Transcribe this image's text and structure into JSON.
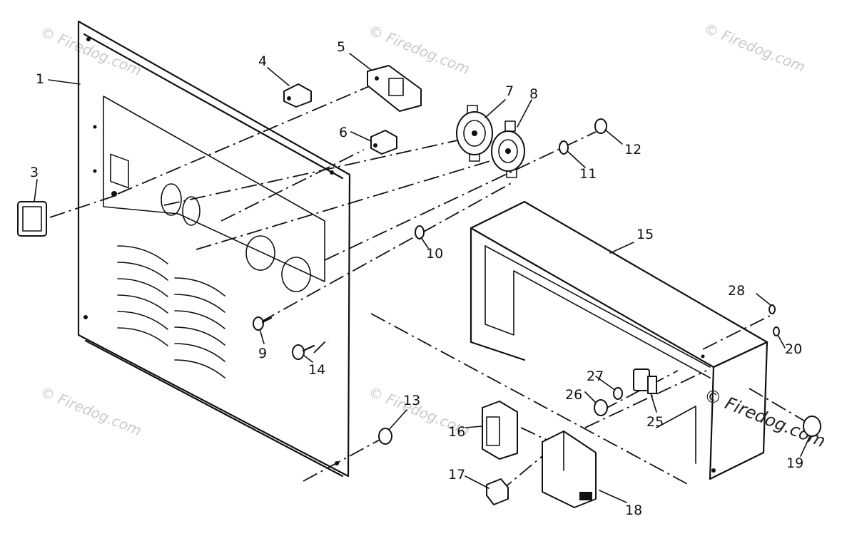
{
  "watermark": "© Firedog.com",
  "parts": [
    {
      "id": "1",
      "label": "1"
    },
    {
      "id": "3",
      "label": "3"
    },
    {
      "id": "4",
      "label": "4"
    },
    {
      "id": "5",
      "label": "5"
    },
    {
      "id": "6",
      "label": "6"
    },
    {
      "id": "7",
      "label": "7"
    },
    {
      "id": "8",
      "label": "8"
    },
    {
      "id": "9",
      "label": "9"
    },
    {
      "id": "10",
      "label": "10"
    },
    {
      "id": "11",
      "label": "11"
    },
    {
      "id": "12",
      "label": "12"
    },
    {
      "id": "13",
      "label": "13"
    },
    {
      "id": "14",
      "label": "14"
    },
    {
      "id": "15",
      "label": "15"
    },
    {
      "id": "16",
      "label": "16"
    },
    {
      "id": "17",
      "label": "17"
    },
    {
      "id": "18",
      "label": "18"
    },
    {
      "id": "19",
      "label": "19"
    },
    {
      "id": "20",
      "label": "20"
    },
    {
      "id": "25",
      "label": "25"
    },
    {
      "id": "26",
      "label": "26"
    },
    {
      "id": "27",
      "label": "27"
    },
    {
      "id": "28",
      "label": "28"
    }
  ]
}
